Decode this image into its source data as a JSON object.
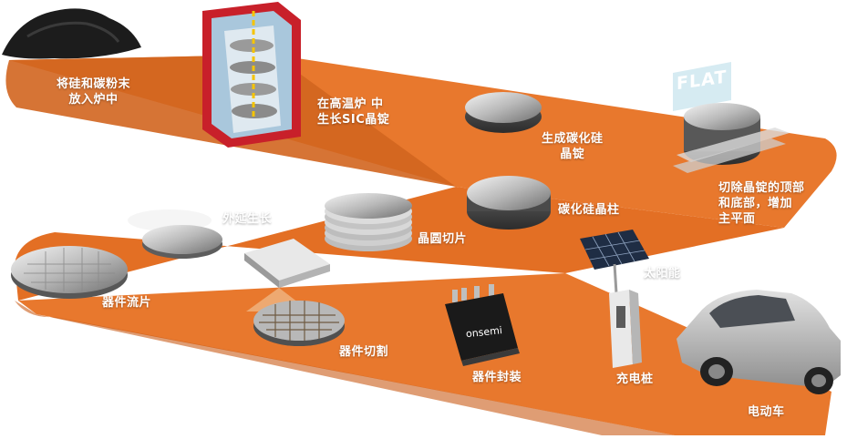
{
  "steps": [
    {
      "lines": [
        "将硅和碳粉末",
        "放入炉中"
      ]
    },
    {
      "lines": [
        "在高温炉 中",
        "生长SIC晶锭"
      ]
    },
    {
      "lines": [
        "生成碳化硅",
        "晶锭"
      ]
    },
    {
      "lines": [
        "切除晶锭的顶部",
        "和底部，增加",
        "主平面"
      ]
    },
    {
      "lines": [
        "碳化硅晶柱"
      ]
    },
    {
      "lines": [
        "晶圆切片"
      ]
    },
    {
      "lines": [
        "外延生长"
      ]
    },
    {
      "lines": [
        "器件流片"
      ]
    },
    {
      "lines": [
        "器件切割"
      ]
    },
    {
      "lines": [
        "器件封装"
      ]
    },
    {
      "lines": [
        "太阳能"
      ]
    },
    {
      "lines": [
        "充电桩"
      ]
    },
    {
      "lines": [
        "电动车"
      ]
    }
  ],
  "flat_sign": "FLAT",
  "chip_logo": "onsemi",
  "colors": {
    "band": "#E8782D",
    "band_dark": "#D2651F",
    "label": "#FFFFFF"
  }
}
